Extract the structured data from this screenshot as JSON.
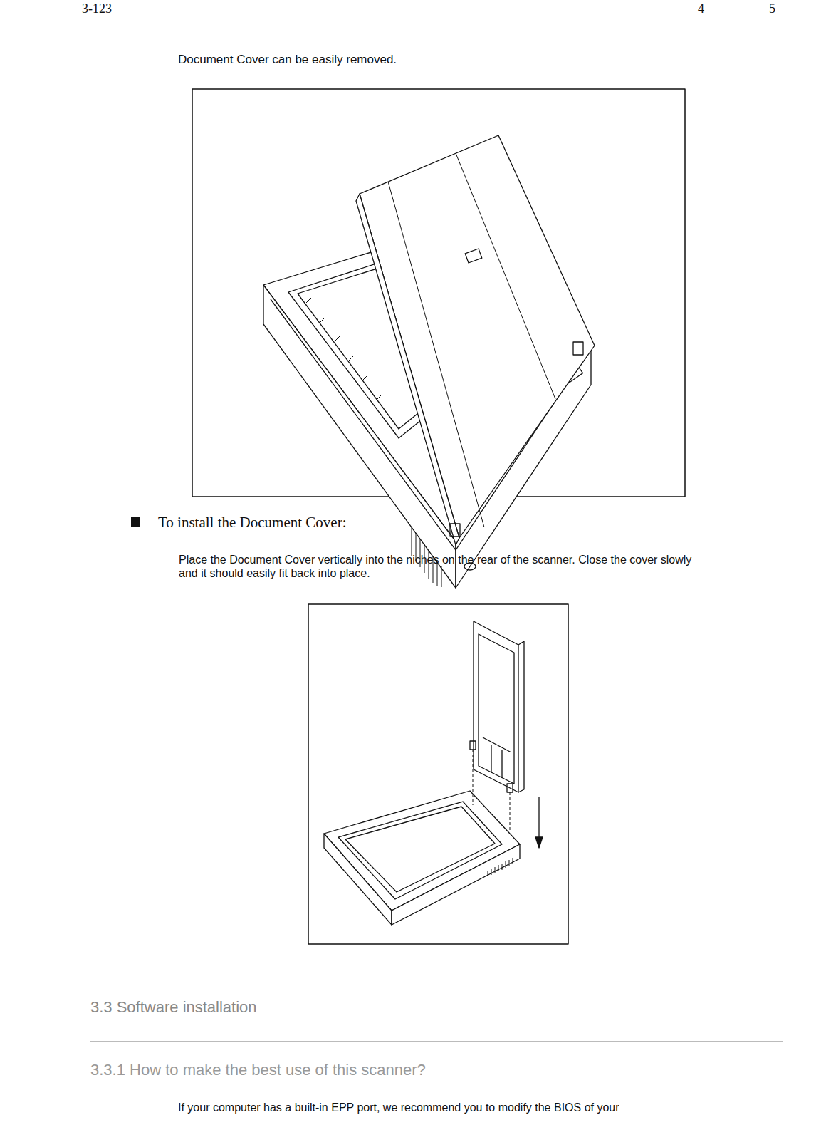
{
  "diagram": {
    "labels": [
      "3-123",
      "4",
      "5",
      "Document Cover can be easily removed.",
      "To install the Document Cover:",
      "Place the Document Cover vertically into the niches on the rear of the scanner. Close the cover slowly and it should easily fit back into place.",
      "3.3 Software installation",
      "3.3.1 How to make the best use of this scanner?",
      "If your computer has a built-in EPP port, we recommend you to modify the BIOS of your"
    ]
  }
}
